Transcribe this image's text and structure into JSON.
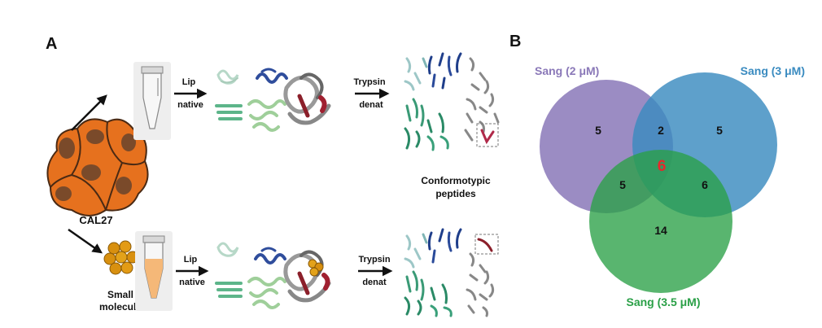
{
  "panel_a": {
    "label": "A",
    "cell_line": "CAL27",
    "compound_label_line1": "Small",
    "compound_label_line2": "molecule",
    "top_step1_line1": "Lip",
    "top_step1_line2": "native",
    "top_step2_line1": "Trypsin",
    "top_step2_line2": "denat",
    "bottom_step1_line1": "Lip",
    "bottom_step1_line2": "native",
    "bottom_step2_line1": "Trypsin",
    "bottom_step2_line2": "denat",
    "result_line1": "Conformotypic",
    "result_line2": "peptides"
  },
  "panel_b": {
    "label": "B",
    "sets": [
      {
        "name": "Sang (2 μM)",
        "color": "#8a78b8"
      },
      {
        "name": "Sang (3 μM)",
        "color": "#3a8bc0"
      },
      {
        "name": "Sang (3.5 μM)",
        "color": "#2aa047"
      }
    ],
    "regions": {
      "only_2uM": "5",
      "only_3uM": "5",
      "only_3_5uM": "14",
      "2uM_and_3uM": "2",
      "2uM_and_3_5uM": "5",
      "3uM_and_3_5uM": "6",
      "all_three": "6"
    },
    "highlight_color": "#e8262b"
  }
}
